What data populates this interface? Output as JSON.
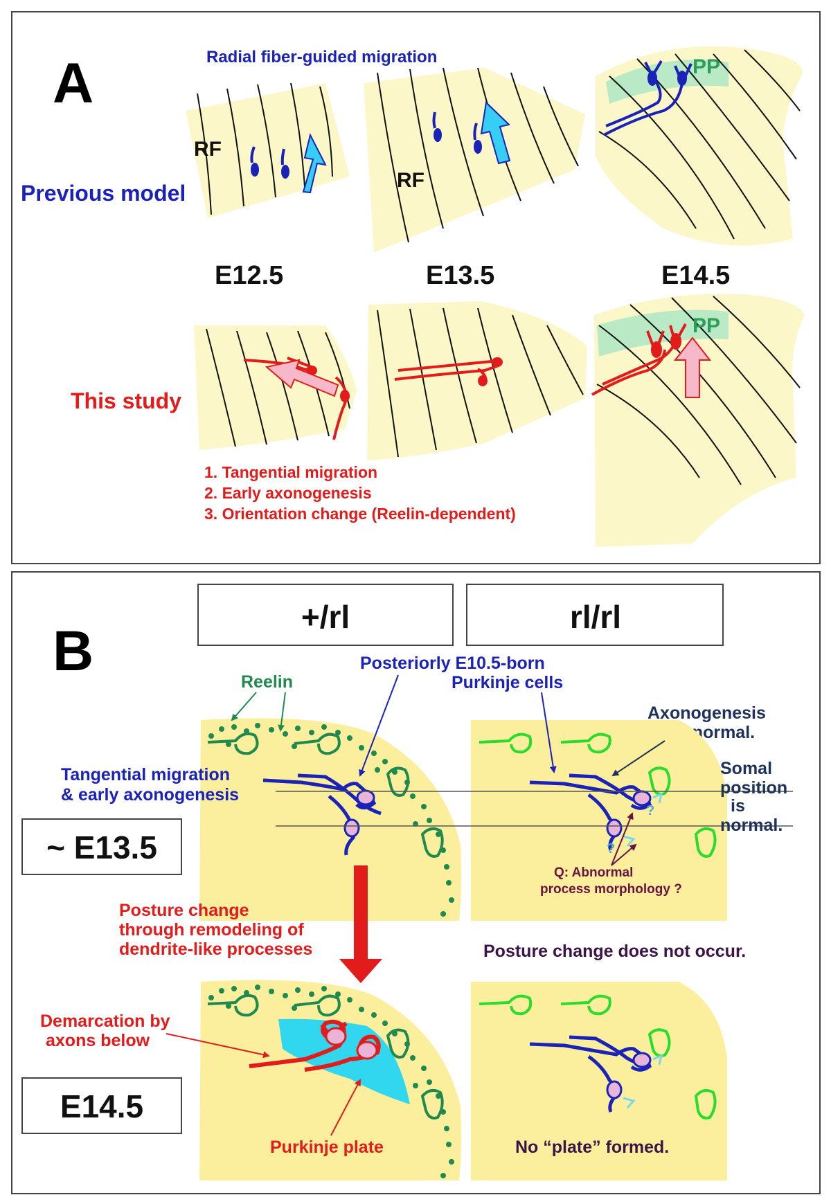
{
  "colors": {
    "tissue": "#fbf7c8",
    "tissue_b": "#fbef9e",
    "blue": "#1a22b8",
    "red": "#e21b1b",
    "green_dark": "#1e8a4e",
    "green_light": "#29dc2e",
    "cyan": "#31d7ee",
    "pink": "#e8b4d8",
    "dark_navy": "#1e3158",
    "maroon": "#6a1240",
    "purple_dark": "#3b1448"
  },
  "panel_a": {
    "letter": "A",
    "radial_label": "Radial fiber-guided migration",
    "previous_model": "Previous model",
    "this_study": "This study",
    "rf1": "RF",
    "rf2": "RF",
    "pp_top": "PP",
    "pp_bottom": "PP",
    "stages": [
      "E12.5",
      "E13.5",
      "E14.5"
    ],
    "findings": [
      "1. Tangential migration",
      "2. Early axonogenesis",
      "3. Orientation change (Reelin-dependent)"
    ]
  },
  "panel_b": {
    "letter": "B",
    "genotype_left": "+/rl",
    "genotype_right": "rl/rl",
    "stage_1": "~ E13.5",
    "stage_2": "E14.5",
    "reelin": "Reelin",
    "posterior_cells": [
      "Posteriorly E10.5-born",
      "Purkinje cells"
    ],
    "tangential": [
      "Tangential migration",
      "& early axonogenesis"
    ],
    "axonogenesis_normal": [
      "Axonogenesis",
      "is normal."
    ],
    "somal_normal": [
      "Somal",
      "position",
      "is",
      "normal."
    ],
    "question": [
      "Q: Abnormal",
      "process morphology ?"
    ],
    "qmark": "?",
    "posture_change": [
      "Posture change",
      "through remodeling of",
      "dendrite-like processes"
    ],
    "posture_no": "Posture change does not occur.",
    "demarcation": [
      "Demarcation by",
      "axons below"
    ],
    "purkinje_plate": "Purkinje plate",
    "no_plate": "No “plate” formed."
  }
}
